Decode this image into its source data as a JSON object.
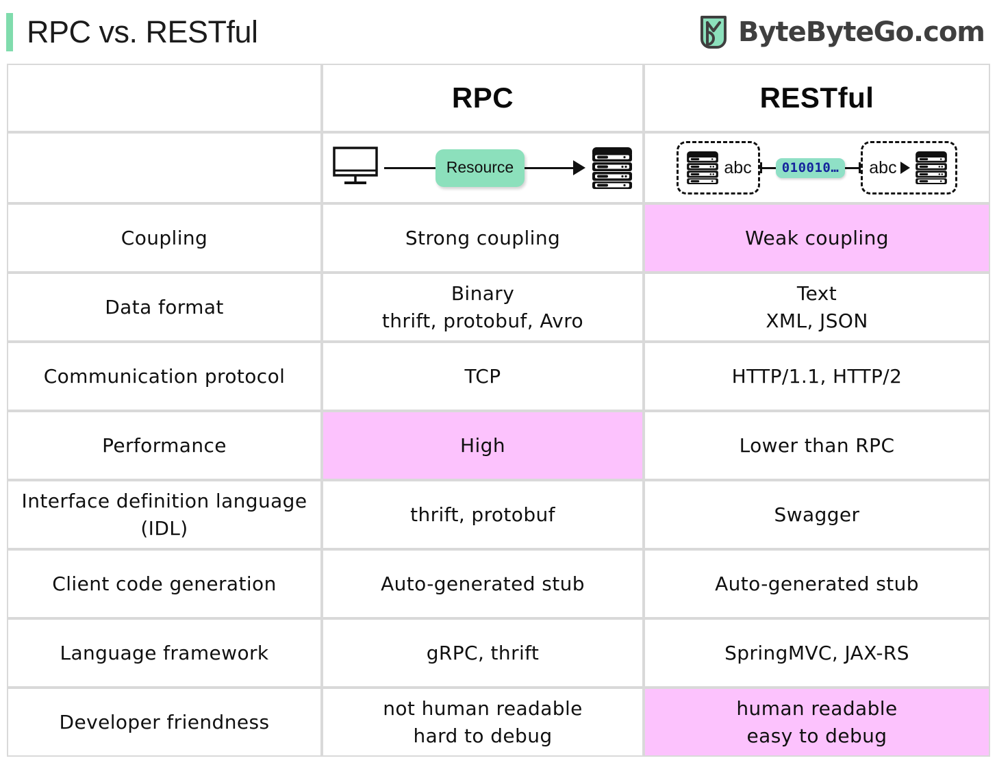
{
  "header": {
    "title": "RPC vs. RESTful",
    "accent_color": "#80dcad",
    "brand_name": "ByteByteGo.com",
    "brand_icon": "bytebytego-logo-icon"
  },
  "table": {
    "columns": [
      "",
      "RPC",
      "RESTful"
    ],
    "highlight_color": "#fcc2fd",
    "border_color": "#d9d9d9",
    "diagram_row": {
      "rpc": {
        "client_icon": "monitor-icon",
        "label": "Resource",
        "label_color": "#8ce0bc",
        "server_icon": "server-stack-icon"
      },
      "restful": {
        "left_server_icon": "server-stack-icon",
        "left_label": "abc",
        "payload": "010010…",
        "payload_bg": "#8fe0c6",
        "payload_color": "#15249c",
        "right_label": "abc",
        "right_server_icon": "server-stack-icon"
      }
    },
    "rows": [
      {
        "feature": "Coupling",
        "rpc": [
          "Strong coupling"
        ],
        "restful": [
          "Weak coupling"
        ],
        "highlight": "restful"
      },
      {
        "feature": "Data format",
        "rpc": [
          "Binary",
          "thrift, protobuf, Avro"
        ],
        "restful": [
          "Text",
          "XML, JSON"
        ],
        "highlight": "none"
      },
      {
        "feature": "Communication protocol",
        "rpc": [
          "TCP"
        ],
        "restful": [
          "HTTP/1.1, HTTP/2"
        ],
        "highlight": "none"
      },
      {
        "feature": "Performance",
        "rpc": [
          "High"
        ],
        "restful": [
          "Lower than RPC"
        ],
        "highlight": "rpc"
      },
      {
        "feature": "Interface definition language (IDL)",
        "feature_lines": [
          "Interface definition language",
          "(IDL)"
        ],
        "rpc": [
          "thrift, protobuf"
        ],
        "restful": [
          "Swagger"
        ],
        "highlight": "none"
      },
      {
        "feature": "Client code generation",
        "rpc": [
          "Auto-generated stub"
        ],
        "restful": [
          "Auto-generated stub"
        ],
        "highlight": "none"
      },
      {
        "feature": "Language framework",
        "rpc": [
          "gRPC, thrift"
        ],
        "restful": [
          "SpringMVC, JAX-RS"
        ],
        "highlight": "none"
      },
      {
        "feature": "Developer friendness",
        "rpc": [
          "not human readable",
          "hard to debug"
        ],
        "restful": [
          "human readable",
          "easy to debug"
        ],
        "highlight": "restful"
      }
    ]
  }
}
